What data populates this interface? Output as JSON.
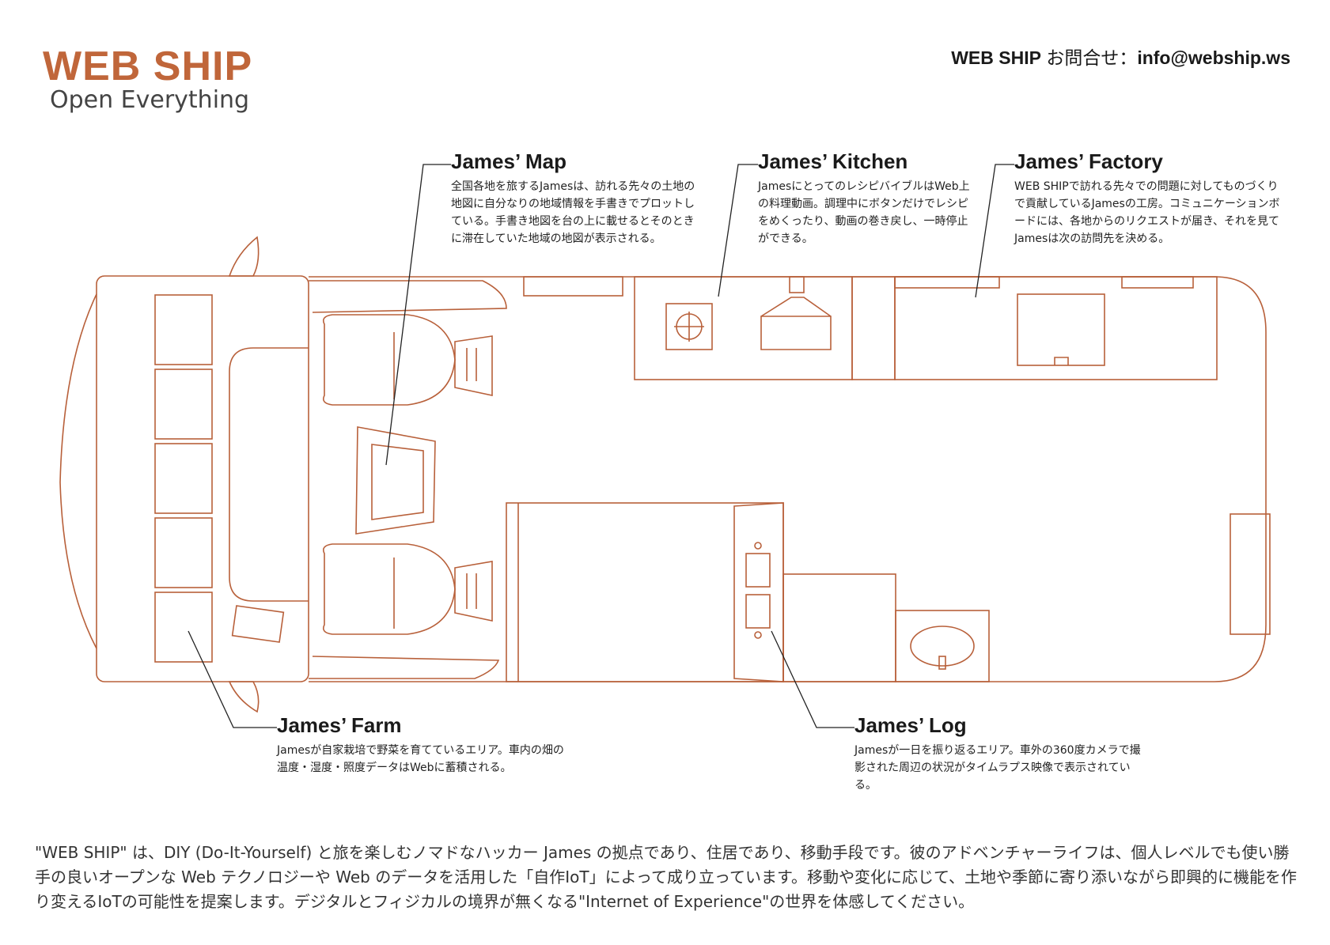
{
  "header": {
    "logo_title": "WEB SHIP",
    "logo_tagline": "Open Everything",
    "contact_brand": "WEB SHIP",
    "contact_label": " お問合せ：",
    "contact_email": "info@webship.ws"
  },
  "callouts": {
    "map": {
      "title": "James’ Map",
      "text": "全国各地を旅するJamesは、訪れる先々の土地の地図に自分なりの地域情報を手書きでプロットしている。手書き地図を台の上に載せるとそのときに滞在していた地域の地図が表示される。"
    },
    "kitchen": {
      "title": "James’ Kitchen",
      "text": "JamesにとってのレシピバイブルはWeb上の料理動画。調理中にボタンだけでレシピをめくったり、動画の巻き戻し、一時停止ができる。"
    },
    "factory": {
      "title": "James’ Factory",
      "text": "WEB SHIPで訪れる先々での問題に対してものづくりで貢献しているJamesの工房。コミュニケーションボードには、各地からのリクエストが届き、それを見てJamesは次の訪問先を決める。"
    },
    "farm": {
      "title": "James’ Farm",
      "text": "Jamesが自家栽培で野菜を育てているエリア。車内の畑の温度・湿度・照度データはWebに蓄積される。"
    },
    "log": {
      "title": "James’ Log",
      "text": "Jamesが一日を振り返るエリア。車外の360度カメラで撮影された周辺の状況がタイムラプス映像で表示されている。"
    }
  },
  "footer": {
    "text": "\"WEB SHIP\" は、DIY (Do-It-Yourself) と旅を楽しむノマドなハッカー James の拠点であり、住居であり、移動手段です。彼のアドベンチャーライフは、個人レベルでも使い勝手の良いオープンな Web テクノロジーや Web のデータを活用した「自作IoT」によって成り立っています。移動や変化に応じて、土地や季節に寄り添いながら即興的に機能を作り変えるIoTの可能性を提案します。デジタルとフィジカルの境界が無くなる\"Internet of Experience\"の世界を体感してください。"
  },
  "colors": {
    "accent": "#c0663a",
    "plan_stroke": "#b8603a",
    "leader_line": "#222222"
  }
}
